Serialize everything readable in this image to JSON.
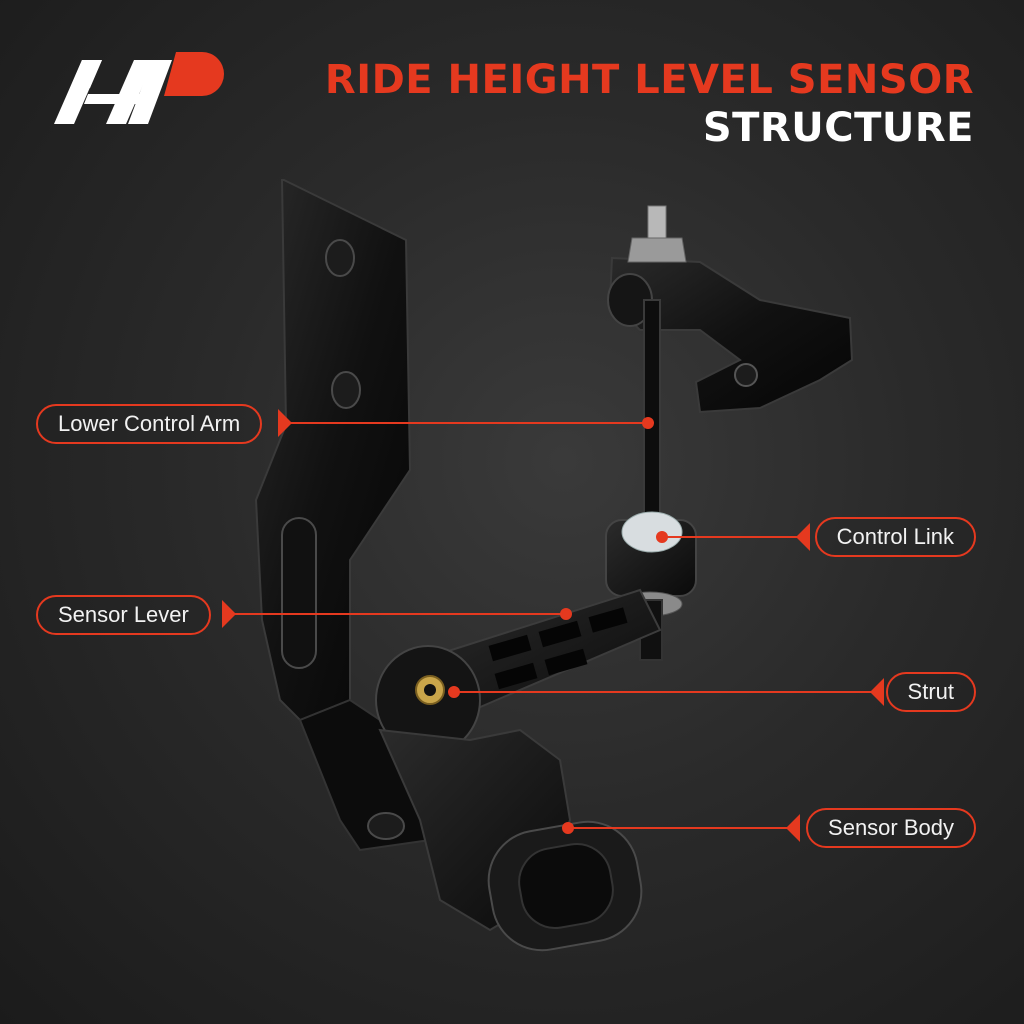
{
  "title": {
    "line1": "RIDE HEIGHT LEVEL SENSOR",
    "line2": "STRUCTURE"
  },
  "colors": {
    "accent": "#e5391f",
    "text": "#ffffff",
    "background": "#2a2a2a"
  },
  "callouts": {
    "lower_control_arm": "Lower Control Arm",
    "control_link": "Control Link",
    "sensor_lever": "Sensor Lever",
    "strut": "Strut",
    "sensor_body": "Sensor Body"
  }
}
